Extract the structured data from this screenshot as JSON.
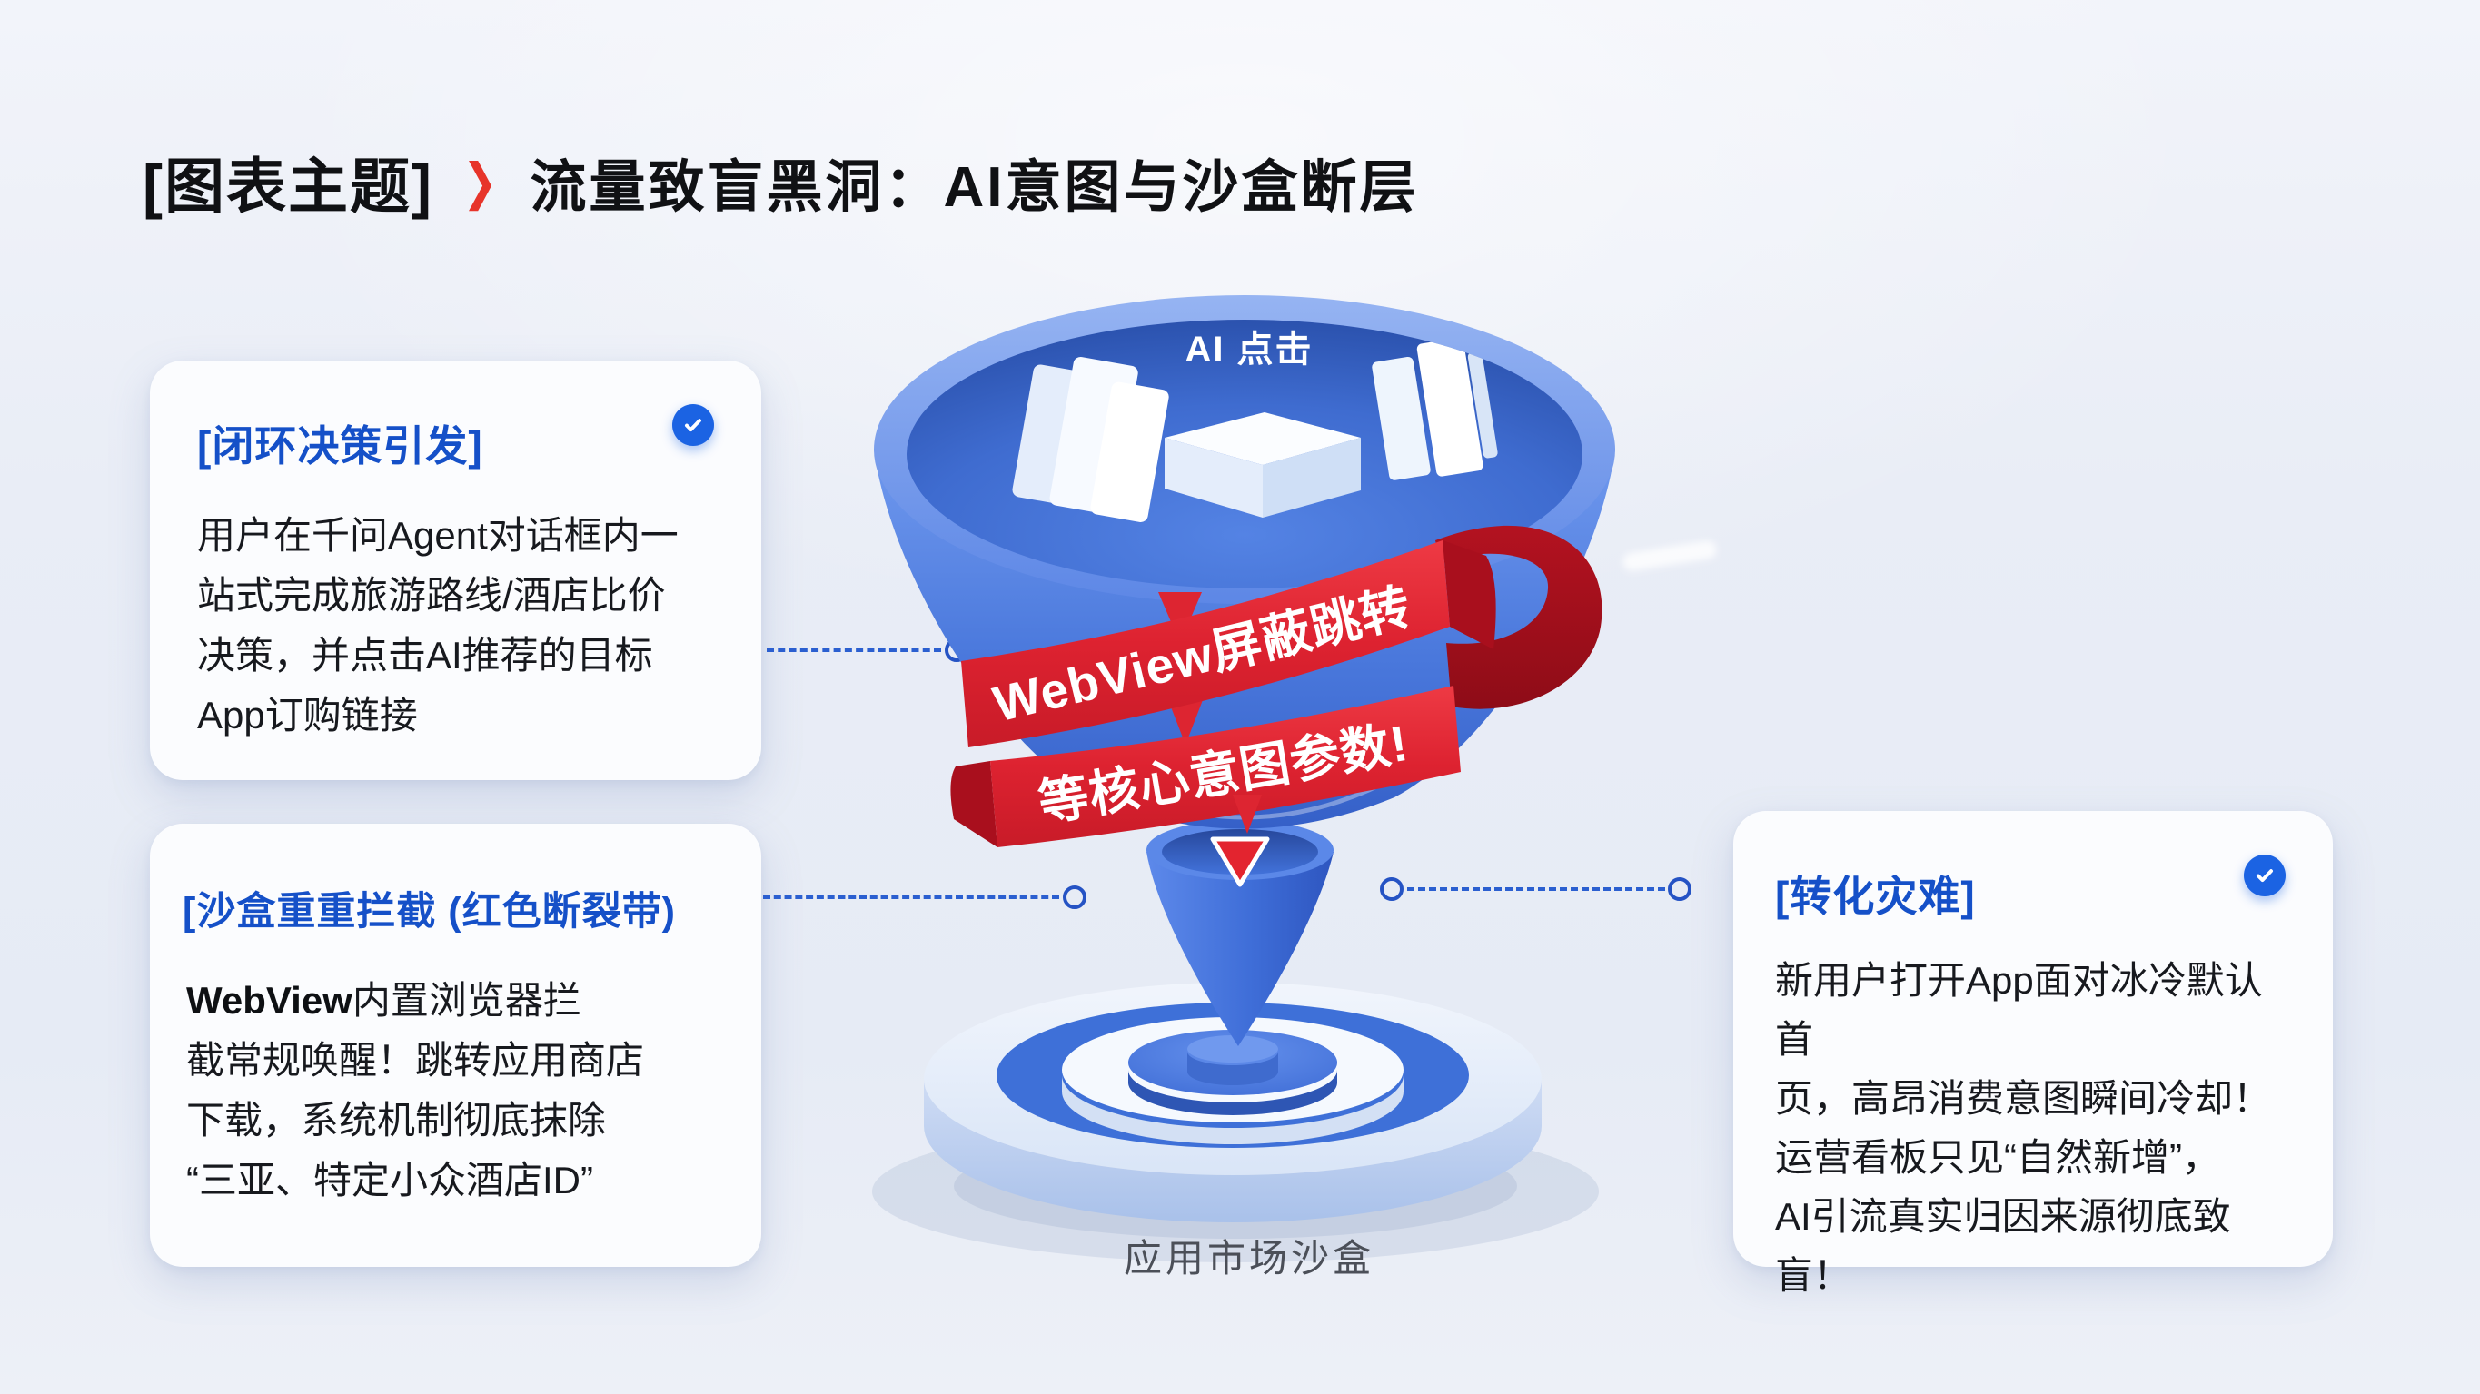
{
  "header": {
    "label": "[图表主题]",
    "separator": "❯",
    "title": "流量致盲黑洞：AI意图与沙盒断层"
  },
  "cards": {
    "trigger": {
      "title": "[闭环决策引发]",
      "body": "用户在千问Agent对话框内一\n站式完成旅游路线/酒店比价\n决策，并点击AI推荐的目标\nApp订购链接"
    },
    "sandbox": {
      "title": "[沙盒重重拦截 (红色断裂带)",
      "body_bold": "WebView",
      "body_rest": "内置浏览器拦\n截常规唤醒！跳转应用商店\n下载，系统机制彻底抹除\n“三亚、特定小众酒店ID”"
    },
    "conversion": {
      "title": "[转化灾难]",
      "body": "新用户打开App面对冰冷默认首\n页，高昂消费意图瞬间冷却！\n运营看板只见“自然新增”，\nAI引流真实归因来源彻底致\n盲！"
    }
  },
  "illustration": {
    "funnel_top_label": "AI 点击",
    "ribbon_text_1": "WebView屏蔽跳转",
    "ribbon_text_2": "等核心意图参数!",
    "base_label": "应用市场沙盒"
  },
  "colors": {
    "accent_blue": "#1b63e3",
    "card_title_blue": "#1550c8",
    "accent_red": "#dd2531",
    "connector_blue": "#2b5fd0",
    "title_text": "#101114",
    "body_text": "#17191e"
  }
}
